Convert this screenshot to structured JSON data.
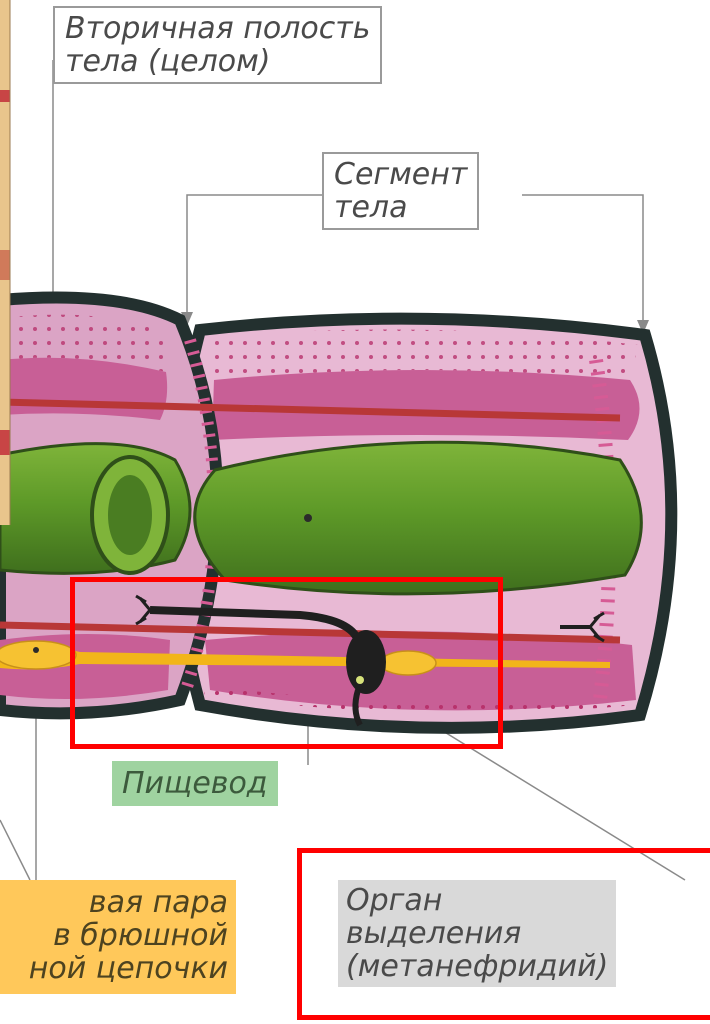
{
  "labels": {
    "coelom_line1": "Вторичная полость",
    "coelom_line2": "тела (целом)",
    "segment_line1": "Сегмент",
    "segment_line2": "тела",
    "esophagus": "Пищевод",
    "nerve_line1": "вая пара",
    "nerve_line2": "в брюшной",
    "nerve_line3": "ной цепочки",
    "organ_line1": "Орган",
    "organ_line2": "выделения",
    "organ_line3": "(метанефридий)"
  },
  "colors": {
    "highlight": "#ff0000",
    "body_wall": "#c65b90",
    "body_inner": "#e7b7d3",
    "intestine": "#5f9a2f",
    "nerve_cord": "#f2b51a",
    "blood_vessel": "#b83737",
    "esophagus_label_bg": "#9fd3a0",
    "nerve_label_bg": "#ffc85a",
    "organ_label_bg": "#d9d9d9"
  }
}
